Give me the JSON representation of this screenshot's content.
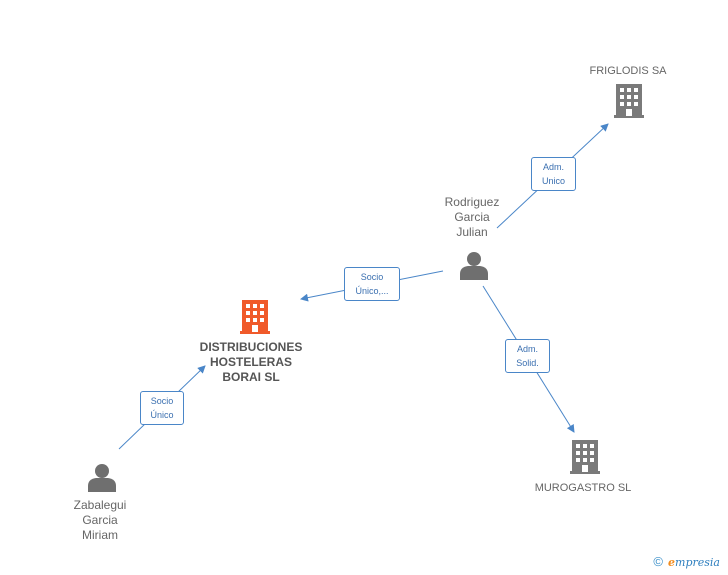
{
  "nodes": {
    "friglodis": {
      "label": "FRIGLODIS SA",
      "kind": "company"
    },
    "rodriguez": {
      "label_lines": [
        "Rodriguez",
        "Garcia",
        "Julian"
      ],
      "kind": "person"
    },
    "distribuciones": {
      "label_lines": [
        "DISTRIBUCIONES",
        "HOSTELERAS",
        "BORAI SL"
      ],
      "kind": "company-main"
    },
    "murogastro": {
      "label": "MUROGASTRO SL",
      "kind": "company"
    },
    "zabalegui": {
      "label_lines": [
        "Zabalegui",
        "Garcia",
        "Miriam"
      ],
      "kind": "person"
    }
  },
  "edges": [
    {
      "label_lines": [
        "Adm.",
        "Unico"
      ]
    },
    {
      "label_lines": [
        "Socio",
        "Único,..."
      ]
    },
    {
      "label_lines": [
        "Adm.",
        "Solid."
      ]
    },
    {
      "label_lines": [
        "Socio",
        "Único"
      ]
    }
  ],
  "colors": {
    "edge": "#4a86c8",
    "company_icon": "#7a7a7a",
    "main_company_icon": "#f05a2a",
    "person_icon": "#6f6f6f"
  },
  "footer": {
    "symbol": "©",
    "brand_e": "e",
    "brand_rest": "mpresia"
  }
}
